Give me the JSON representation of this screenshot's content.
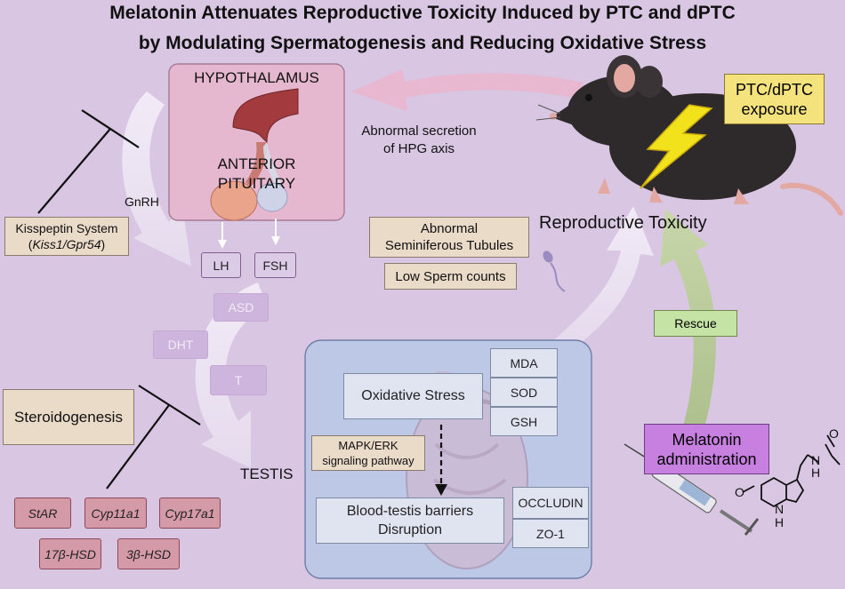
{
  "title": {
    "line1": "Melatonin Attenuates Reproductive Toxicity Induced by PTC and dPTC",
    "line2": "by Modulating Spermatogenesis and Reducing Oxidative Stress"
  },
  "hypothalamus": {
    "label": "HYPOTHALAMUS",
    "pituitary_line1": "ANTERIOR",
    "pituitary_line2": "PITUITARY"
  },
  "hpg_axis": {
    "line1": "Abnormal secretion",
    "line2": "of HPG axis"
  },
  "exposure": {
    "line1": "PTC/dPTC",
    "line2": "exposure"
  },
  "gnrh": "GnRH",
  "kisspeptin": {
    "line1": "Kisspeptin System",
    "paren_open": "(",
    "genes": "Kiss1/Gpr54",
    "paren_close": ")"
  },
  "hormones": {
    "lh": "LH",
    "fsh": "FSH",
    "asd": "ASD",
    "dht": "DHT",
    "t": "T"
  },
  "steroidogenesis": "Steroidogenesis",
  "testis": "TESTIS",
  "genes": [
    "StAR",
    "Cyp11a1",
    "Cyp17a1",
    "17β-HSD",
    "3β-HSD"
  ],
  "reproductive_toxicity": "Reproductive Toxicity",
  "tubules": {
    "line1": "Abnormal",
    "line2": "Seminiferous Tubules"
  },
  "sperm": "Low Sperm counts",
  "rescue": "Rescue",
  "melatonin": {
    "line1": "Melatonin",
    "line2": "administration"
  },
  "molecule_atoms": {
    "h1": "H",
    "n1": "N",
    "o1": "O",
    "o2": "O",
    "n2": "N",
    "h2": "H"
  },
  "testis_panel": {
    "oxidative_stress": "Oxidative Stress",
    "markers": [
      "MDA",
      "SOD",
      "GSH"
    ],
    "mapk_line1": "MAPK/ERK",
    "mapk_line2": "signaling pathway",
    "btb_line1": "Blood-testis barriers",
    "btb_line2": "Disruption",
    "junctions": [
      "OCCLUDIN",
      "ZO-1"
    ]
  },
  "colors": {
    "background": "#d8c6e3",
    "hypothalamus_box": "#e6b8cf",
    "exposure_box": "#f4e27c",
    "melatonin_box": "#c77fe0",
    "rescue_box": "#c6e3a6",
    "testis_panel": "#bcc8e6",
    "beige_box": "#eadac8",
    "gene_box": "#d59aa8"
  },
  "icons": [
    "mouse-icon",
    "lightning-bolt-icon",
    "syringe-icon",
    "melatonin-molecule-icon",
    "sperm-icon",
    "brain-icon",
    "pituitary-icon",
    "testis-icon"
  ]
}
